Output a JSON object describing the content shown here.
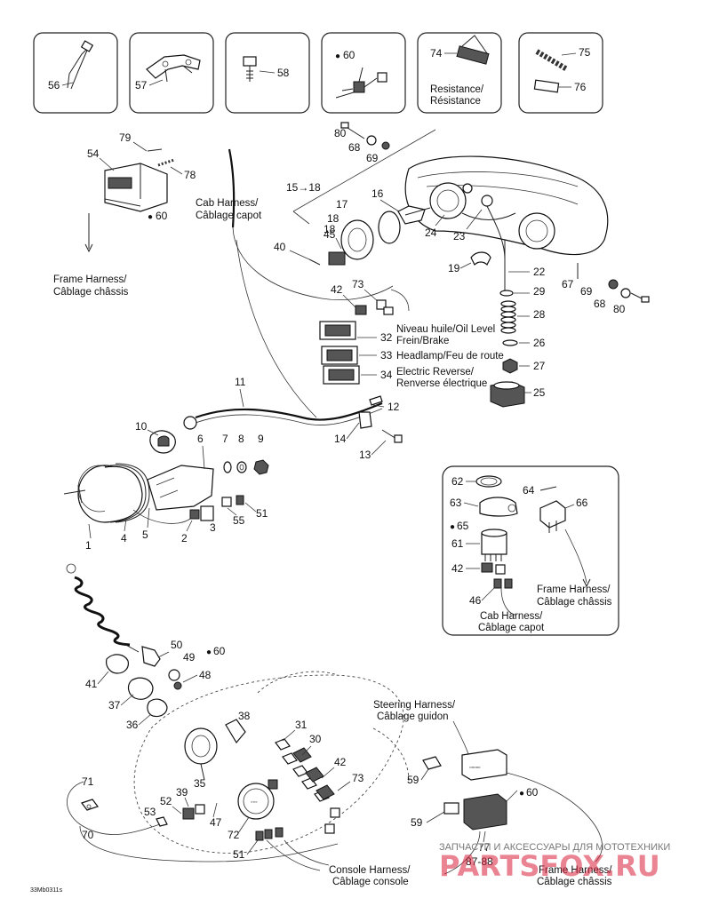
{
  "parts": {
    "p1": "1",
    "p2": "2",
    "p3": "3",
    "p4": "4",
    "p5": "5",
    "p6": "6",
    "p7": "7",
    "p8": "8",
    "p9": "9",
    "p10": "10",
    "p11": "11",
    "p12": "12",
    "p13": "13",
    "p14": "14",
    "p15": "15",
    "p16": "16",
    "p17": "17",
    "p18a": "18",
    "p18b": "18",
    "p19": "19",
    "p22": "22",
    "p23": "23",
    "p24": "24",
    "p25": "25",
    "p26": "26",
    "p27": "27",
    "p28": "28",
    "p29": "29",
    "p30": "30",
    "p31": "31",
    "p32": "32",
    "p33": "33",
    "p34": "34",
    "p35": "35",
    "p36": "36",
    "p37": "37",
    "p38": "38",
    "p39": "39",
    "p40": "40",
    "p41": "41",
    "p42a": "42",
    "p42b": "42",
    "p42c": "42",
    "p45": "45",
    "p46": "46",
    "p47": "47",
    "p48": "48",
    "p49": "49",
    "p50": "50",
    "p51a": "51",
    "p51b": "51",
    "p52": "52",
    "p53": "53",
    "p54": "54",
    "p55": "55",
    "p56": "56",
    "p57": "57",
    "p58": "58",
    "p59a": "59",
    "p59b": "59",
    "p60a": "60",
    "p60b": "60",
    "p60c": "60",
    "p60d": "60",
    "p61": "61",
    "p62": "62",
    "p63": "63",
    "p64": "64",
    "p65": "65",
    "p66": "66",
    "p67": "67",
    "p68a": "68",
    "p68b": "68",
    "p69a": "69",
    "p69b": "69",
    "p70": "70",
    "p71": "71",
    "p72": "72",
    "p73a": "73",
    "p73b": "73",
    "p74": "74",
    "p75": "75",
    "p76": "76",
    "p77": "77",
    "p78": "78",
    "p79": "79",
    "p80a": "80",
    "p80b": "80",
    "p8788": "87-88"
  },
  "labels": {
    "resistance_1": "Resistance/",
    "resistance_2": "Résistance",
    "cab_harness_1": "Cab Harness/",
    "cab_harness_2": "Câblage capot",
    "frame_harness_1": "Frame Harness/",
    "frame_harness_2": "Câblage châssis",
    "oil_level_1": "Niveau huile/Oil Level",
    "oil_level_2": "Frein/Brake",
    "headlamp": "Headlamp/Feu de route",
    "reverse_1": "Electric Reverse/",
    "reverse_2": "Renverse électrique",
    "steering_1": "Steering Harness/",
    "steering_2": "Câblage guidon",
    "console_1": "Console Harness/",
    "console_2": "Câblage console",
    "range_15": "15→18",
    "figure_code": "33Mb0311s"
  },
  "watermark": {
    "tagline": "ЗАПЧАСТИ И АКСЕССУАРЫ ДЛЯ МОТОТЕХНИКИ",
    "brand": "PARTSFOX.RU"
  }
}
